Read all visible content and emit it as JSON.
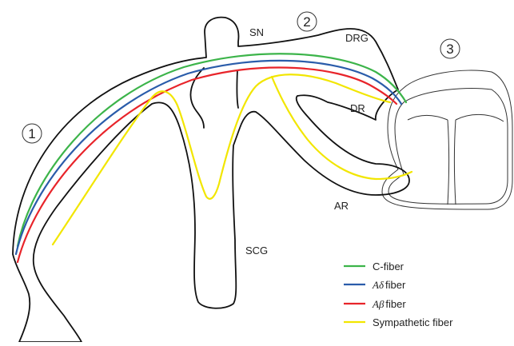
{
  "labels": {
    "sn": "SN",
    "drg": "DRG",
    "dr": "DR",
    "ar": "AR",
    "scg": "SCG"
  },
  "markers": [
    "1",
    "2",
    "3"
  ],
  "legend": [
    {
      "id": "c",
      "prefix": "",
      "label": "C-fiber",
      "color": "#3cb44a"
    },
    {
      "id": "ad",
      "prefix": "Aδ",
      "label": "fiber",
      "color": "#2a5caa"
    },
    {
      "id": "ab",
      "prefix": "Aβ",
      "label": "fiber",
      "color": "#e8242a"
    },
    {
      "id": "sym",
      "prefix": "",
      "label": "Sympathetic fiber",
      "color": "#f2e600"
    }
  ]
}
